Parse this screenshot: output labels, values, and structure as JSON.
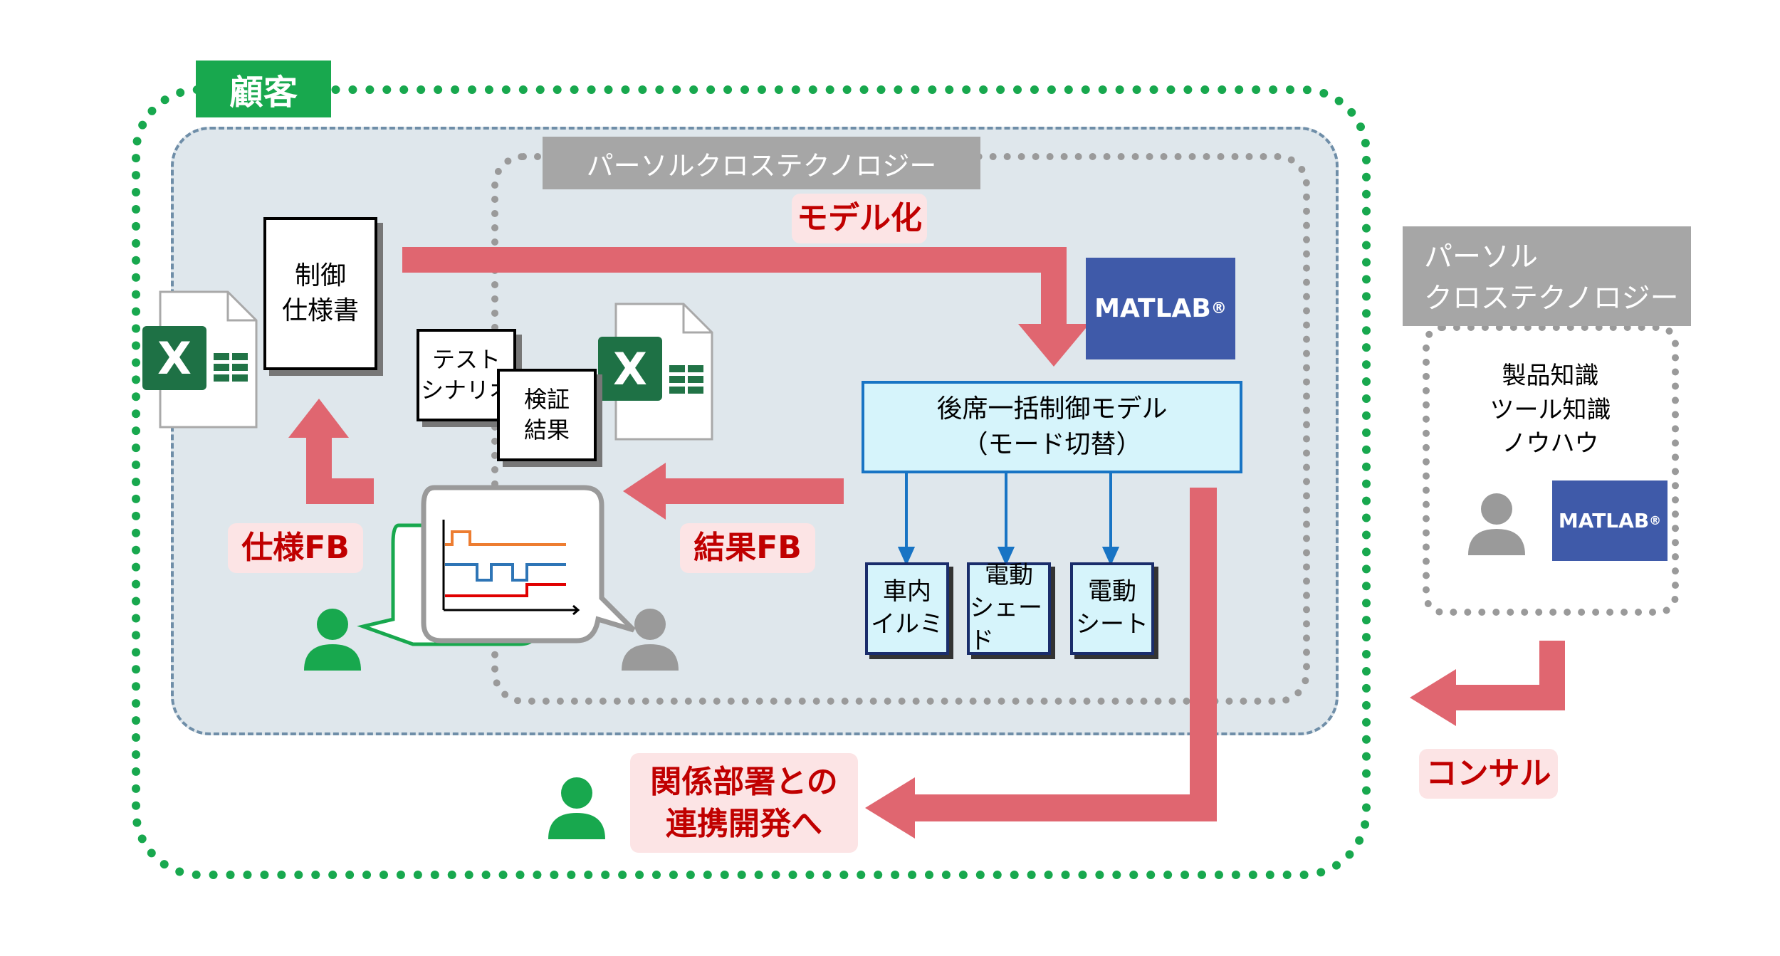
{
  "customer": {
    "label": "顧客"
  },
  "parsol_inner": {
    "label": "パーソルクロステクノロジー"
  },
  "parsol_outer": {
    "line1": "パーソル",
    "line2": "クロステクノロジー"
  },
  "arrows": {
    "modeling": "モデル化",
    "spec_fb": "仕様FB",
    "result_fb": "結果FB",
    "collab_line1": "関係部署との",
    "collab_line2": "連携開発へ",
    "consult": "コンサル"
  },
  "docs": {
    "spec_line1": "制御",
    "spec_line2": "仕様書",
    "test_line1": "テスト",
    "test_line2": "シナリオ",
    "verify_line1": "検証",
    "verify_line2": "結果"
  },
  "matlab": {
    "label": "MATLAB",
    "reg": "®"
  },
  "model": {
    "line1": "後席一括制御モデル",
    "line2": "（モード切替）"
  },
  "subsystems": [
    {
      "line1": "車内",
      "line2": "イルミ"
    },
    {
      "line1": "電動",
      "line2": "シェード"
    },
    {
      "line1": "電動",
      "line2": "シート"
    }
  ],
  "knowledge": {
    "line1": "製品知識",
    "line2": "ツール知識",
    "line3": "ノウハウ"
  },
  "excel_letter": "X",
  "colors": {
    "green": "#18a84e",
    "red_arrow": "#e06670",
    "matlab_blue": "#3f5aa9",
    "grey": "#a6a6a6"
  },
  "icons": [
    "excel-icon",
    "person-icon",
    "chat-bubble-icon",
    "waveform-chart-icon"
  ]
}
